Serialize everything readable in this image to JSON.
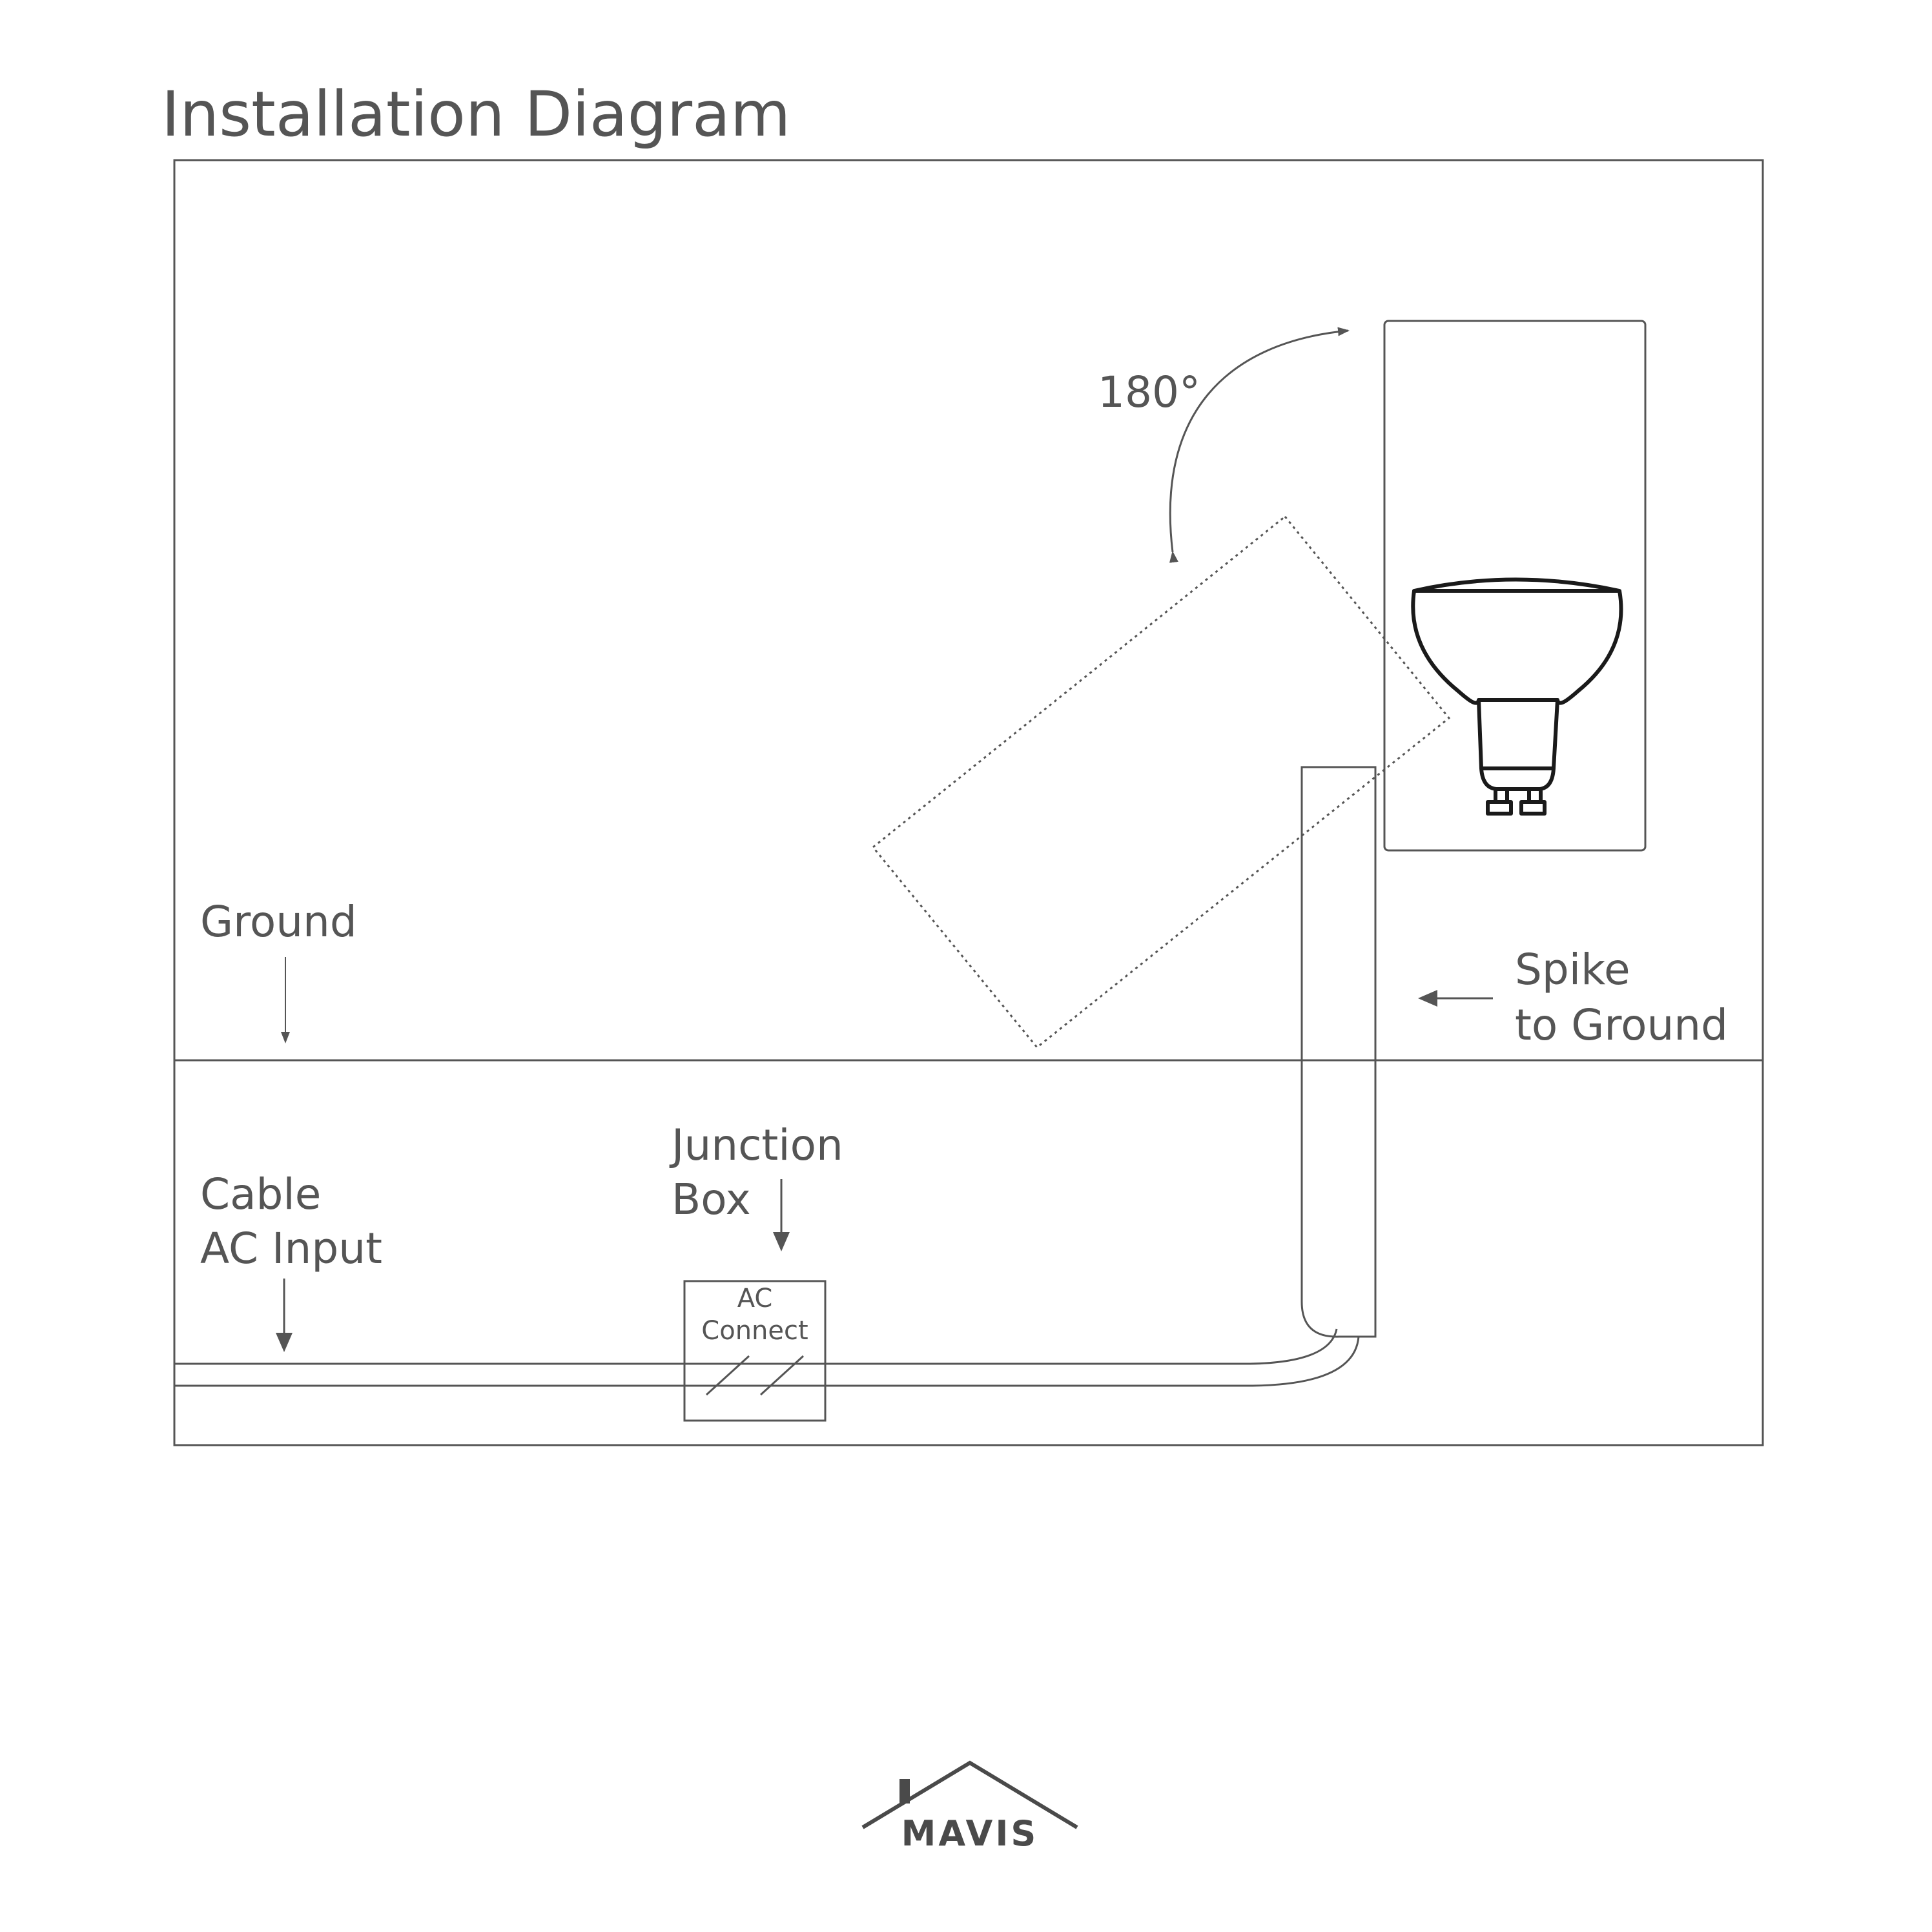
{
  "title": "Installation Diagram",
  "labels": {
    "angle": "180°",
    "ground": "Ground",
    "spike_line1": "Spike",
    "spike_line2": "to Ground",
    "junction_line1": "Junction",
    "junction_line2": "Box",
    "cable_line1": "Cable",
    "cable_line2": "AC Input",
    "ac_line1": "AC",
    "ac_line2": "Connect"
  },
  "logo": {
    "text": "MAVIS",
    "icon": "house-roof-icon"
  },
  "colors": {
    "line": "#555555",
    "text": "#555555",
    "background": "#ffffff"
  }
}
